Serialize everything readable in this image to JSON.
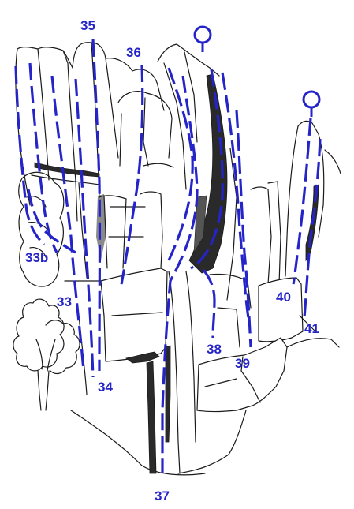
{
  "colors": {
    "route": "#2424c8",
    "ink": "#1a1a1a"
  },
  "routes": [
    {
      "label": "35"
    },
    {
      "label": "36"
    },
    {
      "label": "33b"
    },
    {
      "label": "33"
    },
    {
      "label": "34"
    },
    {
      "label": "37"
    },
    {
      "label": "38"
    },
    {
      "label": "39"
    },
    {
      "label": "40"
    },
    {
      "label": "41"
    }
  ],
  "anchors": [
    {
      "icon": "belay-anchor-icon"
    },
    {
      "icon": "belay-anchor-icon"
    }
  ]
}
